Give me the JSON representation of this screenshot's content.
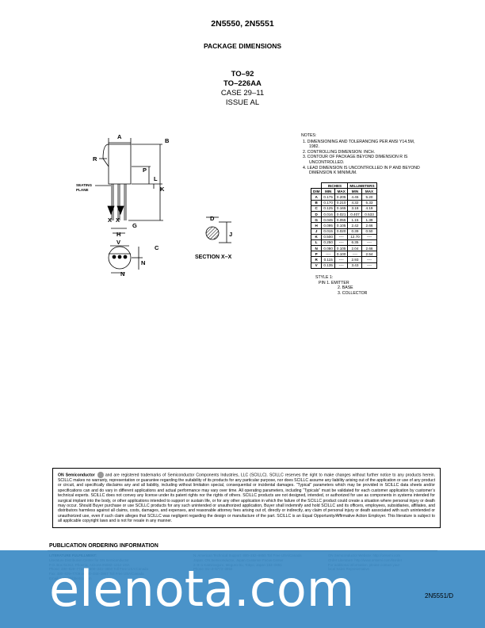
{
  "header": {
    "part": "2N5550, 2N5551"
  },
  "section_title": "PACKAGE DIMENSIONS",
  "package": {
    "line1": "TO–92",
    "line2": "TO–226AA",
    "line3": "CASE 29–11",
    "line4": "ISSUE AL"
  },
  "drawing": {
    "labels": [
      "A",
      "B",
      "R",
      "P",
      "L",
      "K",
      "X",
      "X",
      "G",
      "H",
      "V",
      "C",
      "N",
      "N",
      "D",
      "J"
    ],
    "seating_plane": [
      "SEATING",
      "PLANE"
    ],
    "section": "SECTION X–X"
  },
  "notes": {
    "title": "NOTES:",
    "items": [
      "1.  DIMENSIONING AND TOLERANCING PER ANSI Y14.5M, 1982.",
      "2.  CONTROLLING DIMENSION: INCH.",
      "3.  CONTOUR OF PACKAGE BEYOND DIMENSION R IS UNCONTROLLED.",
      "4.  LEAD DIMENSION IS UNCONTROLLED IN P AND BEYOND DIMENSION K MINIMUM."
    ]
  },
  "dim_table": {
    "group_headers": [
      "INCHES",
      "MILLIMETERS"
    ],
    "headers": [
      "DIM",
      "MIN",
      "MAX",
      "MIN",
      "MAX"
    ],
    "rows": [
      [
        "A",
        "0.175",
        "0.205",
        "4.45",
        "5.20"
      ],
      [
        "B",
        "0.170",
        "0.210",
        "4.32",
        "5.33"
      ],
      [
        "C",
        "0.125",
        "0.165",
        "3.18",
        "4.19"
      ],
      [
        "D",
        "0.016",
        "0.021",
        "0.407",
        "0.533"
      ],
      [
        "G",
        "0.045",
        "0.055",
        "1.15",
        "1.39"
      ],
      [
        "H",
        "0.095",
        "0.105",
        "2.42",
        "2.66"
      ],
      [
        "J",
        "0.015",
        "0.020",
        "0.39",
        "0.50"
      ],
      [
        "K",
        "0.500",
        "----",
        "12.70",
        "----"
      ],
      [
        "L",
        "0.250",
        "----",
        "6.35",
        "----"
      ],
      [
        "N",
        "0.080",
        "0.105",
        "2.04",
        "2.66"
      ],
      [
        "P",
        "----",
        "0.100",
        "----",
        "2.54"
      ],
      [
        "R",
        "0.115",
        "----",
        "2.93",
        "----"
      ],
      [
        "V",
        "0.135",
        "----",
        "3.43",
        "----"
      ]
    ]
  },
  "style": {
    "title": "STYLE 1:",
    "pins": [
      "PIN 1.   EMITTER",
      "2.   BASE",
      "3.   COLLECTOR"
    ]
  },
  "disclaimer": {
    "brand": "ON Semiconductor",
    "text": " and  are registered trademarks of Semiconductor Components Industries, LLC (SCILLC). SCILLC reserves the right to make changes without further notice to any products herein. SCILLC makes no warranty, representation or guarantee regarding the suitability of its products for any particular purpose, nor does SCILLC assume any liability arising out of the application or use of any product or circuit, and specifically disclaims any and all liability, including without limitation special, consequential or incidental damages. “Typical” parameters which may be provided in SCILLC data sheets and/or specifications can and do vary in different applications and actual performance may vary over time. All operating parameters, including “Typicals” must be validated for each customer application by customer’s technical experts. SCILLC does not convey any license under its patent rights nor the rights of others. SCILLC products are not designed, intended, or authorized for use as components in systems intended for surgical implant into the body, or other applications intended to support or sustain life, or for any other application in which the failure of the SCILLC product could create a situation where personal injury or death may occur. Should Buyer purchase or use SCILLC products for any such unintended or unauthorized application, Buyer shall indemnify and hold SCILLC and its officers, employees, subsidiaries, affiliates, and distributors harmless against all claims, costs, damages, and expenses, and reasonable attorney fees arising out of, directly or indirectly, any claim of personal injury or death associated with such unintended or unauthorized use, even if such claim alleges that SCILLC was negligent regarding the design or manufacture of the part. SCILLC is an Equal Opportunity/Affirmative Action Employer. This literature is subject to all applicable copyright laws and is not for resale in any manner."
  },
  "publication": {
    "title": "PUBLICATION ORDERING INFORMATION",
    "col1": [
      "LITERATURE FULFILLMENT:",
      "Literature Distribution Center for ON Semiconductor",
      "P.O. Box 61312, Phoenix, Arizona 85082–1312 USA",
      "Phone: 480–829–7710 or 800–344–3860 Toll Free USA/Canada",
      "Fax: 480–829–7709 or 800–344–3867 Toll Free USA/Canada",
      "Email: onlit@hibbertco.com"
    ],
    "col2": [
      "N. American Technical Support: 800–282–9855 Toll Free USA/Canada",
      "",
      "Japan: ON Semiconductor, Japan Customer Focus Center",
      "2–9–1 Kamimeguro, Meguro–ku, Tokyo, Japan 153–0051",
      "Phone: 81–3–5773–3850"
    ],
    "col3": [
      "ON Semiconductor Website: http://onsemi.com",
      "",
      "Order Literature: http://www.onsemi.com/litorder",
      "",
      "For additional information, please contact your",
      "local Sales Representative."
    ]
  },
  "watermark": "elenota.com",
  "footer_code": "2N5551/D"
}
